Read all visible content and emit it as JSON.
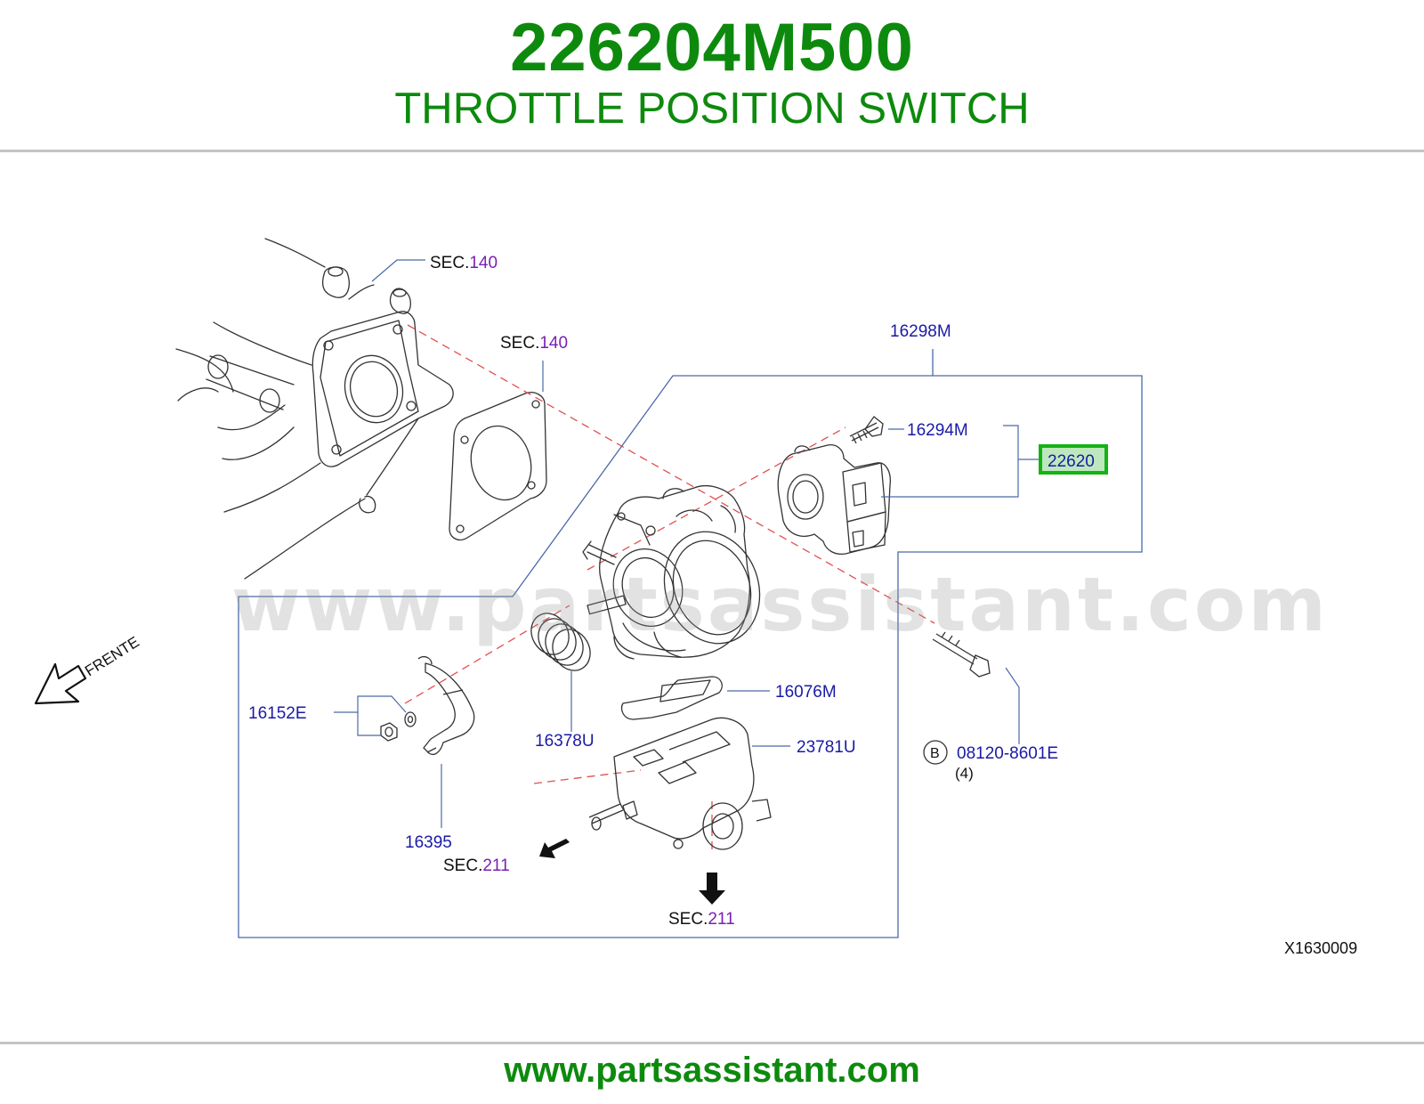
{
  "header": {
    "part_number": "226204M500",
    "part_description": "THROTTLE POSITION SWITCH"
  },
  "watermark": "www.partsassistant.com",
  "footer": {
    "url": "www.partsassistant.com"
  },
  "diagram": {
    "sec_prefix": "SEC.",
    "sec_refs": [
      {
        "label": "SEC.",
        "number": "140"
      },
      {
        "label": "SEC.",
        "number": "140"
      },
      {
        "label": "SEC.",
        "number": "211"
      },
      {
        "label": "SEC.",
        "number": "211"
      }
    ],
    "callouts": {
      "p16298M": "16298M",
      "p16294M": "16294M",
      "p22620": "22620",
      "p16076M": "16076M",
      "p23781U": "23781U",
      "p16152E": "16152E",
      "p16378U": "16378U",
      "p16395": "16395",
      "p08120": "08120-8601E",
      "p08120_qty": "(4)",
      "p08120_marker": "B"
    },
    "direction_label": "FRENTE",
    "diagram_code": "X1630009",
    "colors": {
      "brand_green": "#0d8a0d",
      "callout_blue": "#1a1aa6",
      "sec_purple": "#7a1fb5",
      "leader_blue": "#4a6aa8",
      "dash_red": "#e05050",
      "highlight_box": "#12b312",
      "highlight_fill": "#bde8bd"
    }
  }
}
